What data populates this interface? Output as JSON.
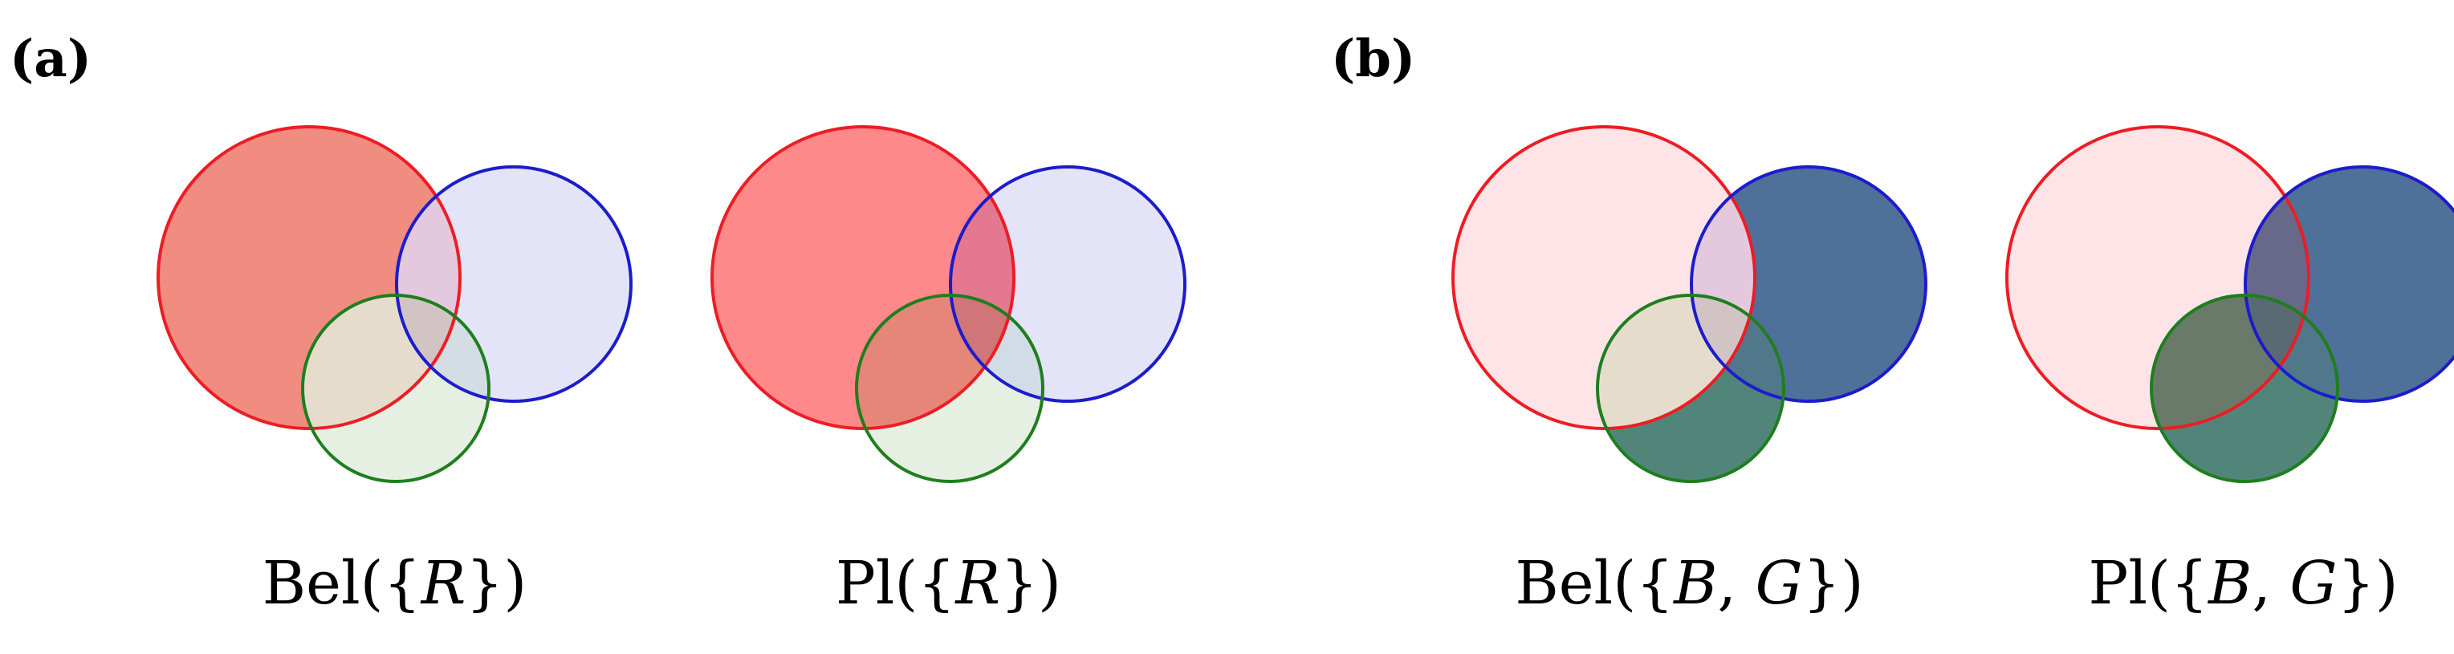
{
  "panels": [
    {
      "label": "(a)",
      "diagrams": [
        {
          "caption": {
            "fn": "Bel",
            "open": "({",
            "vars": [
              "R"
            ],
            "close": "})"
          },
          "regions": {
            "R_only": "#f08c80",
            "B_only": "#e4e4f8",
            "G_only": "#e6f0e2",
            "RB": "#e4c8de",
            "RG": "#e6dccc",
            "BG": "#d4dce4",
            "RBG": "#d2c4c4"
          }
        },
        {
          "caption": {
            "fn": "Pl",
            "open": "({",
            "vars": [
              "R"
            ],
            "close": "})"
          },
          "regions": {
            "R_only": "#fe898a",
            "B_only": "#e4e4f8",
            "G_only": "#e6f0e2",
            "RB": "#e47890",
            "RG": "#e68678",
            "BG": "#d2dce6",
            "RBG": "#d07678"
          }
        }
      ]
    },
    {
      "label": "(b)",
      "diagrams": [
        {
          "caption": {
            "fn": "Bel",
            "open": "({",
            "vars": [
              "B",
              "G"
            ],
            "close": "})"
          },
          "regions": {
            "R_only": "#fee4e6",
            "B_only": "#4f7098",
            "G_only": "#52857a",
            "RB": "#e4c8de",
            "RG": "#e6dccc",
            "BG": "#50788a",
            "RBG": "#d2c4c4"
          }
        },
        {
          "caption": {
            "fn": "Pl",
            "open": "({",
            "vars": [
              "B",
              "G"
            ],
            "close": "})"
          },
          "regions": {
            "R_only": "#fee4e6",
            "B_only": "#4f7098",
            "G_only": "#52857a",
            "RB": "#686888",
            "RG": "#6a7a6a",
            "BG": "#50788a",
            "RBG": "#5a6a72"
          }
        }
      ]
    }
  ],
  "colors": {
    "red_outline": "#ee1c24",
    "blue_outline": "#1c1ccc",
    "green_outline": "#1e7e1e"
  }
}
